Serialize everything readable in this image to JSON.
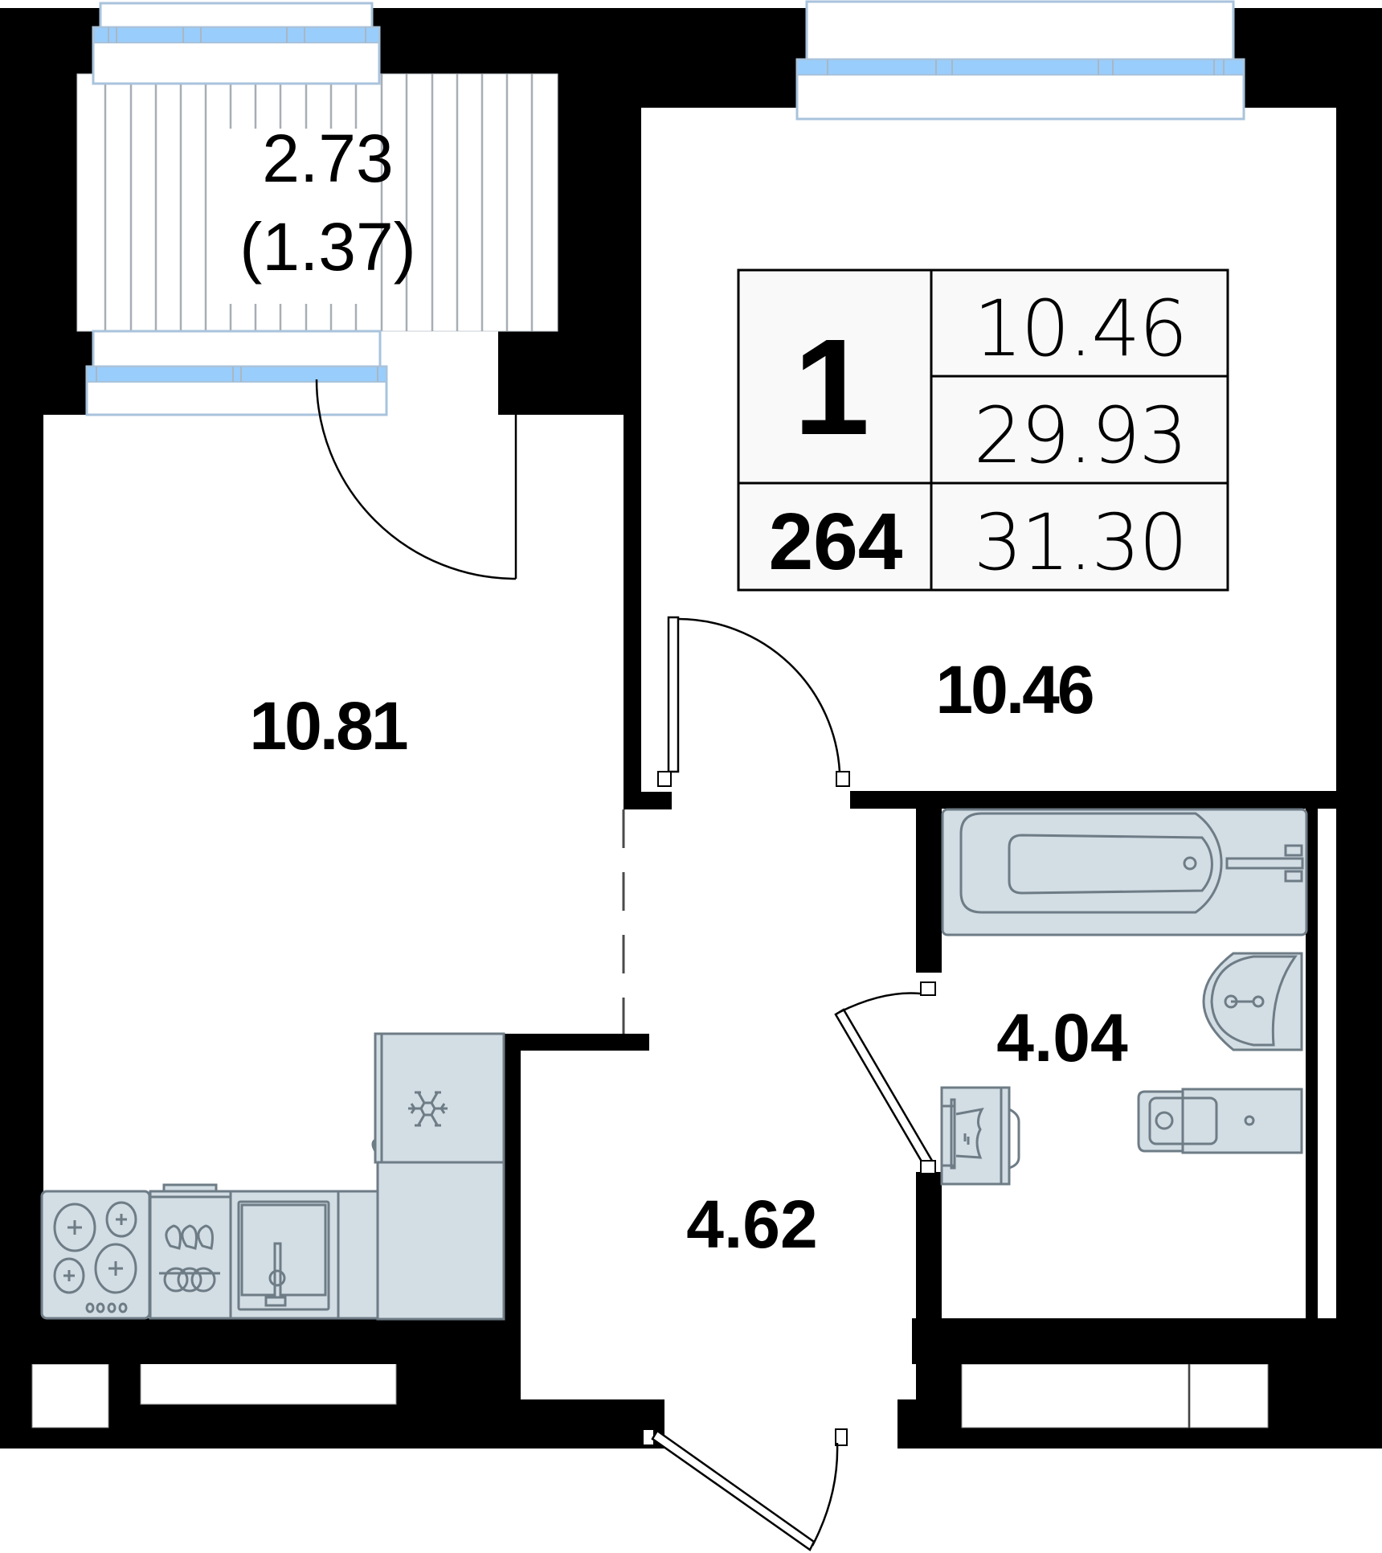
{
  "apartment": {
    "rooms_count": "1",
    "unit_number": "264",
    "living_area": "10.46",
    "total_area_excl_balcony": "29.93",
    "total_area": "31.30"
  },
  "rooms": {
    "balcony": {
      "area": "2.73",
      "reduced_area": "(1.37)"
    },
    "kitchen_living": {
      "area": "10.81"
    },
    "bedroom": {
      "area": "10.46"
    },
    "hallway": {
      "area": "4.62"
    },
    "bathroom": {
      "area": "4.04"
    }
  },
  "colors": {
    "wall": "#000000",
    "window_glass": "#99cdfb",
    "window_frame": "#a9c3dc",
    "fixture_fill": "#d3dde4",
    "fixture_stroke": "#6e7c86",
    "table_fill": "#f9f9f9"
  },
  "icons": {
    "fridge": "snowflake-icon",
    "stove": "cooktop-icon",
    "dishwasher": "dishwasher-icon",
    "sink": "kitchen-sink-icon",
    "bathtub": "bathtub-icon",
    "washbasin": "washbasin-icon",
    "toilet": "toilet-icon",
    "washer": "washing-machine-icon"
  }
}
